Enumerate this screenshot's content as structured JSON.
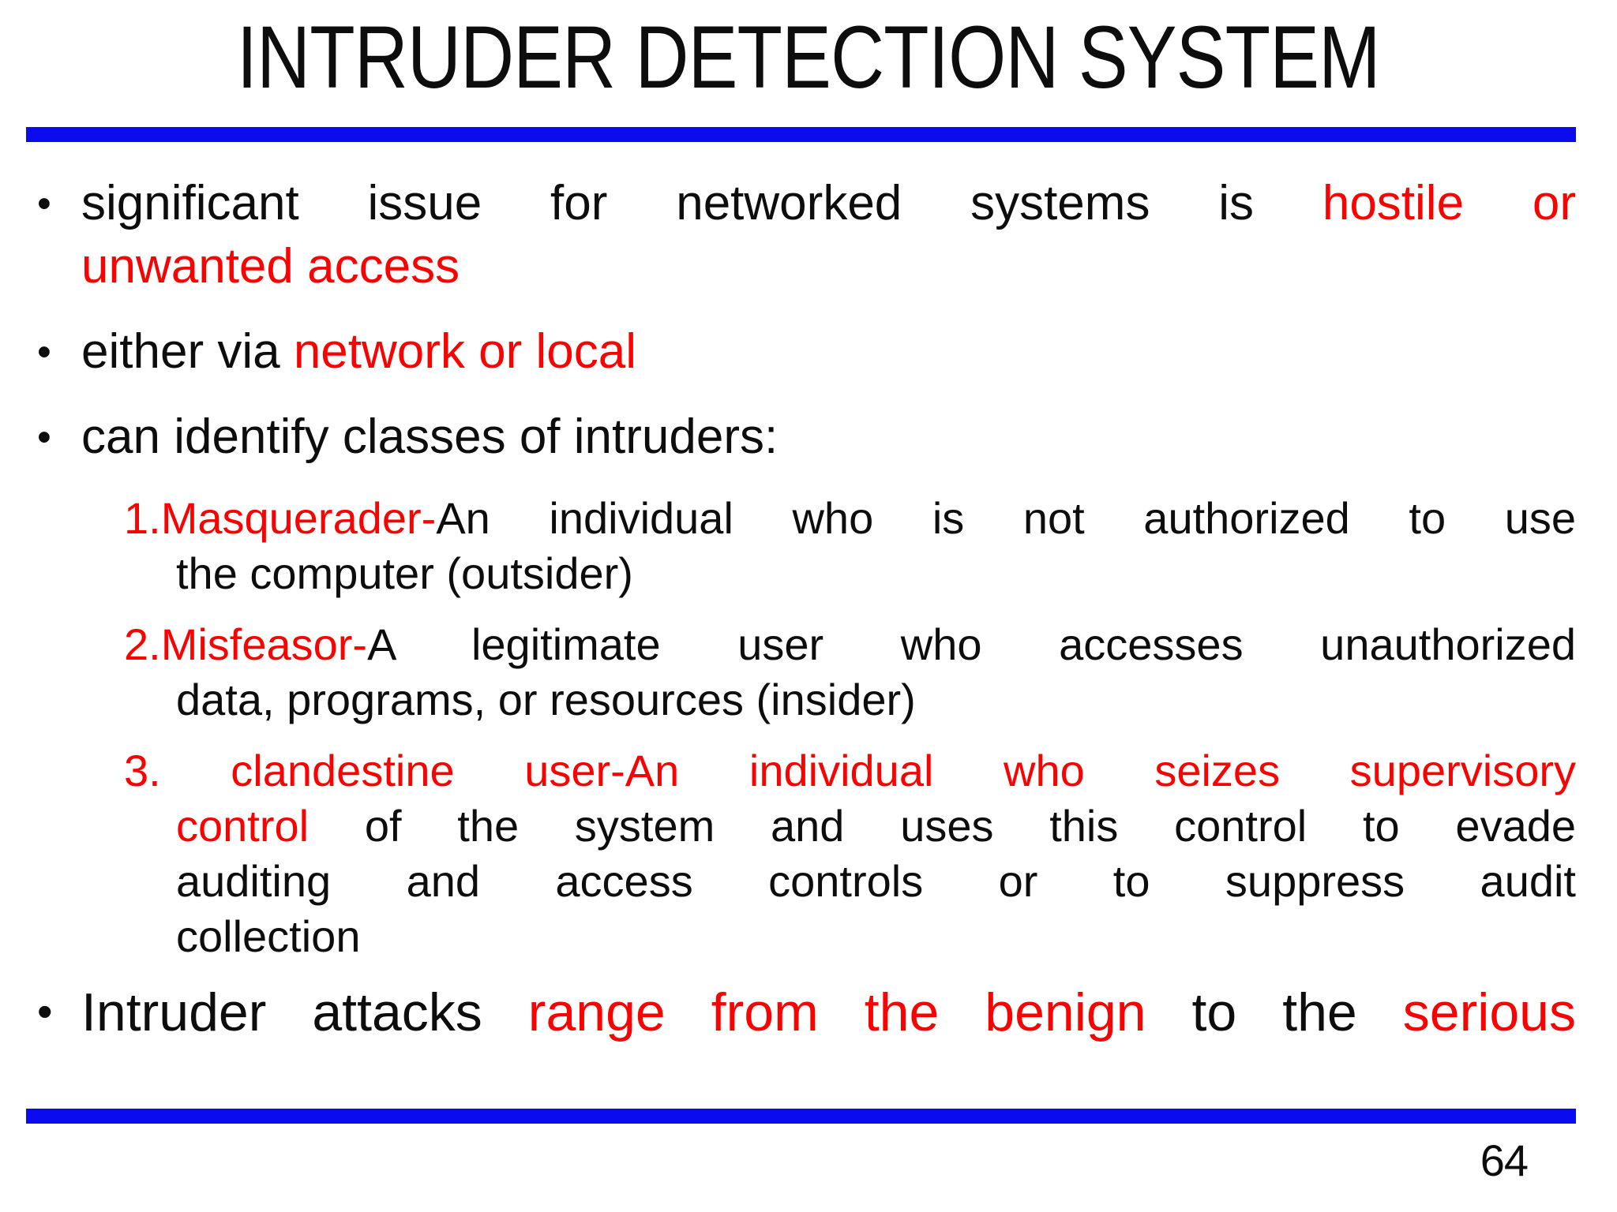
{
  "slide": {
    "title": "INTRUDER DETECTION SYSTEM",
    "page_number": "64"
  },
  "colors": {
    "accent_blue": "#0b0bf0",
    "text_red": "#f80202",
    "text_black": "#0d0d0d",
    "background": "#ffffff"
  },
  "content": {
    "paragraphs": [
      {
        "type": "bullet",
        "size": "main",
        "lines": [
          {
            "justify": true,
            "segments": [
              {
                "text": "significant issue for networked systems is ",
                "color": "black"
              },
              {
                "text": "hostile or",
                "color": "red"
              }
            ]
          },
          {
            "justify": false,
            "segments": [
              {
                "text": "unwanted access",
                "color": "red"
              }
            ]
          }
        ]
      },
      {
        "type": "bullet",
        "size": "main",
        "lines": [
          {
            "justify": false,
            "segments": [
              {
                "text": "either via ",
                "color": "black"
              },
              {
                "text": "network or local",
                "color": "red"
              }
            ]
          }
        ]
      },
      {
        "type": "bullet",
        "size": "main",
        "lines": [
          {
            "justify": false,
            "segments": [
              {
                "text": "can identify classes of intruders:",
                "color": "black"
              }
            ]
          }
        ]
      },
      {
        "type": "numbered",
        "size": "sub",
        "lines": [
          {
            "justify": true,
            "segments": [
              {
                "text": "1.Masquerader-",
                "color": "red"
              },
              {
                "text": "An individual who is not authorized to use",
                "color": "black"
              }
            ]
          },
          {
            "justify": false,
            "segments": [
              {
                "text": "the computer (outsider)",
                "color": "black"
              }
            ]
          }
        ]
      },
      {
        "type": "numbered",
        "size": "sub",
        "lines": [
          {
            "justify": true,
            "segments": [
              {
                "text": "2.Misfeasor-",
                "color": "red"
              },
              {
                "text": "A legitimate user who accesses unauthorized",
                "color": "black"
              }
            ]
          },
          {
            "justify": false,
            "segments": [
              {
                "text": "data, programs, or resources (insider)",
                "color": "black"
              }
            ]
          }
        ]
      },
      {
        "type": "numbered",
        "size": "sub",
        "lines": [
          {
            "justify": true,
            "segments": [
              {
                "text": "3. clandestine user-An individual who seizes supervisory",
                "color": "red"
              }
            ]
          },
          {
            "justify": true,
            "segments": [
              {
                "text": "control ",
                "color": "red"
              },
              {
                "text": "of the system and uses this control to evade",
                "color": "black"
              }
            ]
          },
          {
            "justify": true,
            "segments": [
              {
                "text": "auditing and access controls or to suppress audit",
                "color": "black"
              }
            ]
          },
          {
            "justify": false,
            "segments": [
              {
                "text": "collection",
                "color": "black"
              }
            ]
          }
        ]
      },
      {
        "type": "bullet",
        "size": "main",
        "last": true,
        "lines": [
          {
            "justify": true,
            "segments": [
              {
                "text": "Intruder attacks ",
                "color": "black"
              },
              {
                "text": "range from the benign",
                "color": "red"
              },
              {
                "text": " to the ",
                "color": "black"
              },
              {
                "text": "serious",
                "color": "red"
              }
            ]
          }
        ]
      }
    ]
  }
}
